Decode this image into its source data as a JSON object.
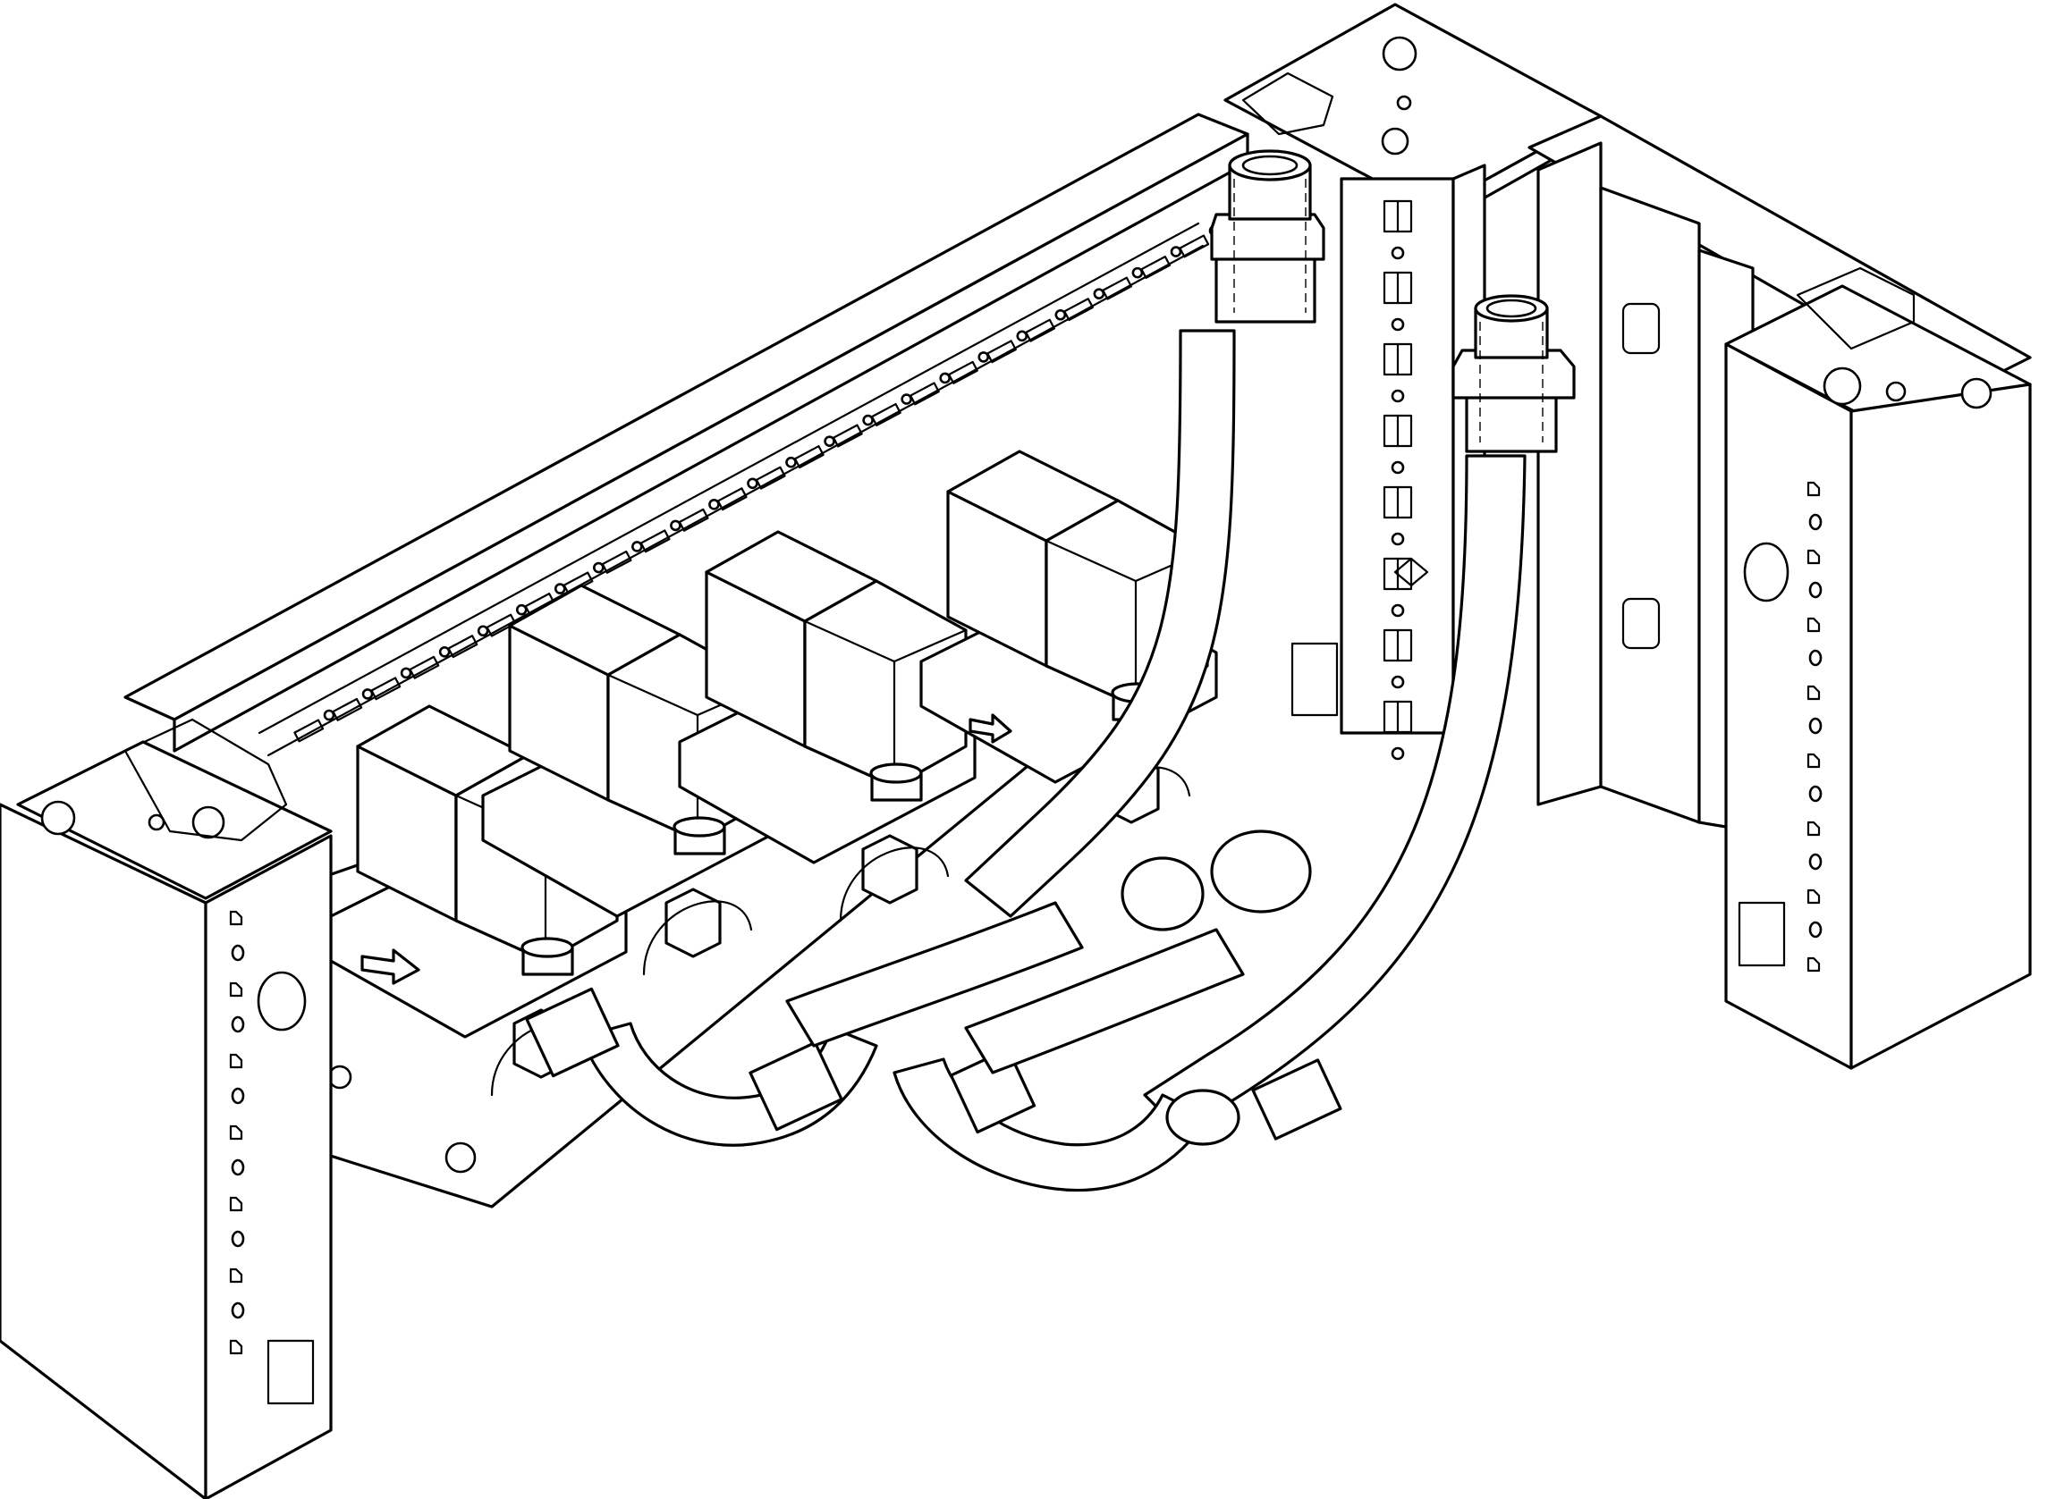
{
  "colors": {
    "line": "#000000",
    "fill": "#ffffff",
    "background": "#ffffff"
  },
  "diagram": {
    "style": "isometric line drawing",
    "components": [
      "front-left-upright",
      "front-right-upright",
      "rear-center-upright",
      "rear-right-upright",
      "top-rail",
      "solenoid-valve-1",
      "solenoid-valve-2",
      "solenoid-valve-3",
      "solenoid-valve-4",
      "hose-left",
      "hose-right",
      "pipe-loop-front",
      "pipe-loop-rear",
      "mounting-plate",
      "flow-direction-arrow"
    ]
  }
}
